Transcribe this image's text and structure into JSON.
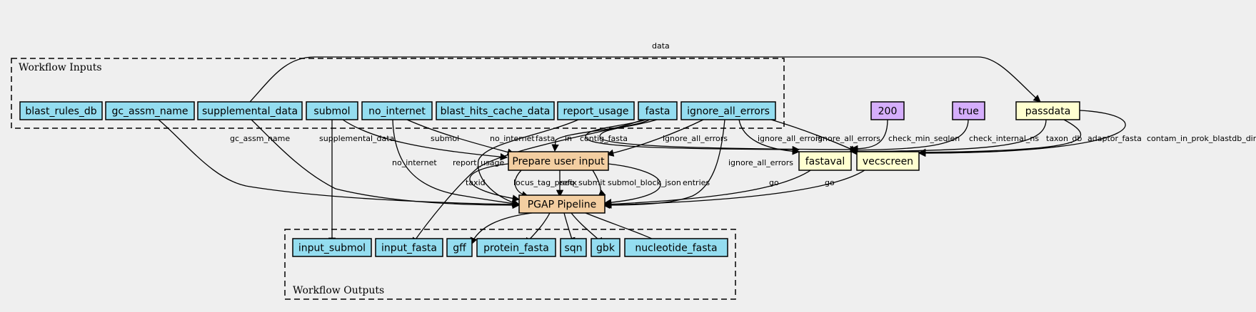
{
  "clusters": {
    "inputs_title": "Workflow Inputs",
    "outputs_title": "Workflow Outputs"
  },
  "colors": {
    "io": "#94ddf0",
    "step": "#f3cea1",
    "tool": "#ffffd0",
    "constant": "#d5aefc",
    "background": "#efefef"
  },
  "inputs": {
    "blast_rules_db": "blast_rules_db",
    "gc_assm_name": "gc_assm_name",
    "supplemental_data": "supplemental_data",
    "submol": "submol",
    "no_internet": "no_internet",
    "blast_hits_cache_data": "blast_hits_cache_data",
    "report_usage": "report_usage",
    "fasta": "fasta",
    "ignore_all_errors": "ignore_all_errors"
  },
  "constants": {
    "c200": "200",
    "ctrue": "true"
  },
  "steps": {
    "passdata": "passdata",
    "prepare": "Prepare user input",
    "fastaval": "fastaval",
    "vecscreen": "vecscreen",
    "pgap": "PGAP Pipeline"
  },
  "outputs": {
    "input_submol": "input_submol",
    "input_fasta": "input_fasta",
    "gff": "gff",
    "protein_fasta": "protein_fasta",
    "sqn": "sqn",
    "gbk": "gbk",
    "nucleotide_fasta": "nucleotide_fasta"
  },
  "edge_labels": {
    "data": "data",
    "gc_assm_name": "gc_assm_name",
    "supplemental_data": "supplemental_data",
    "submol": "submol",
    "no_internet_prep": "no_internet",
    "no_internet_pgap": "no_internet",
    "report_usage": "report_usage",
    "fasta": "fasta",
    "in": "in",
    "contig_fasta": "contig_fasta",
    "ignore_prep": "ignore_all_errors",
    "ignore_pgap": "ignore_all_errors",
    "ignore_fastaval": "ignore_all_errors",
    "ignore_vecscreen": "ignore_all_errors",
    "check_min_seqlen": "check_min_seqlen",
    "check_internal_ns": "check_internal_ns",
    "taxon_db": "taxon_db",
    "adaptor_fasta": "adaptor_fasta",
    "contam": "contam_in_prok_blastdb_dir",
    "taxid": "taxid",
    "locus_tag_prefix": "locus_tag_prefix",
    "seq_submit": "seq_submit",
    "submol_block_json": "submol_block_json",
    "entries": "entries",
    "go_fastaval": "go",
    "go_vecscreen": "go"
  }
}
